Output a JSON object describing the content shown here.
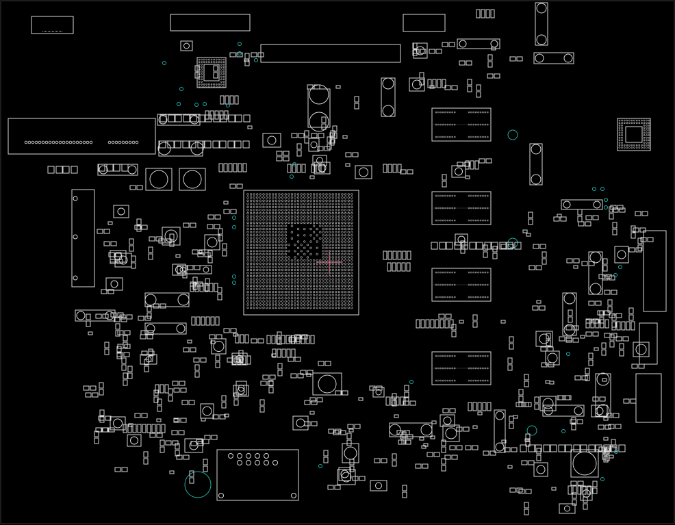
{
  "viewer": {
    "background": "#000000",
    "outline_color": "#d8d8d8",
    "via_color": "#1fb0a8",
    "cursor_color": "#d0708a"
  },
  "cursor": {
    "visible": true,
    "shape": "crosshair-icon"
  },
  "board": {
    "description_visible_text": "",
    "components": {
      "bga_main": "cpu-bga",
      "bga_small": [
        "bga-small-top",
        "bga-small-right"
      ],
      "memory_chips": 4,
      "edge_connectors": [
        "left-connector",
        "bottom-connector",
        "top-left-header",
        "top-center-header"
      ]
    }
  }
}
